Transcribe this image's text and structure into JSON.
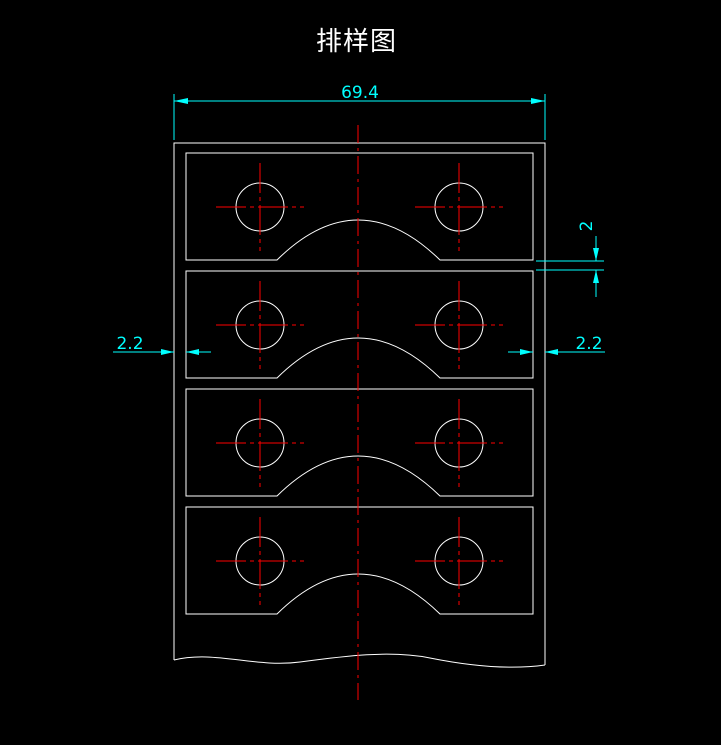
{
  "title": "排样图",
  "dimensions": {
    "strip_width": "69.4",
    "part_gap": "2",
    "left_margin": "2.2",
    "right_margin": "2.2"
  },
  "parts_count": 4,
  "colors": {
    "background": "#000000",
    "outline": "#ffffff",
    "centerline": "#ff0000",
    "dimension": "#00ffff"
  }
}
